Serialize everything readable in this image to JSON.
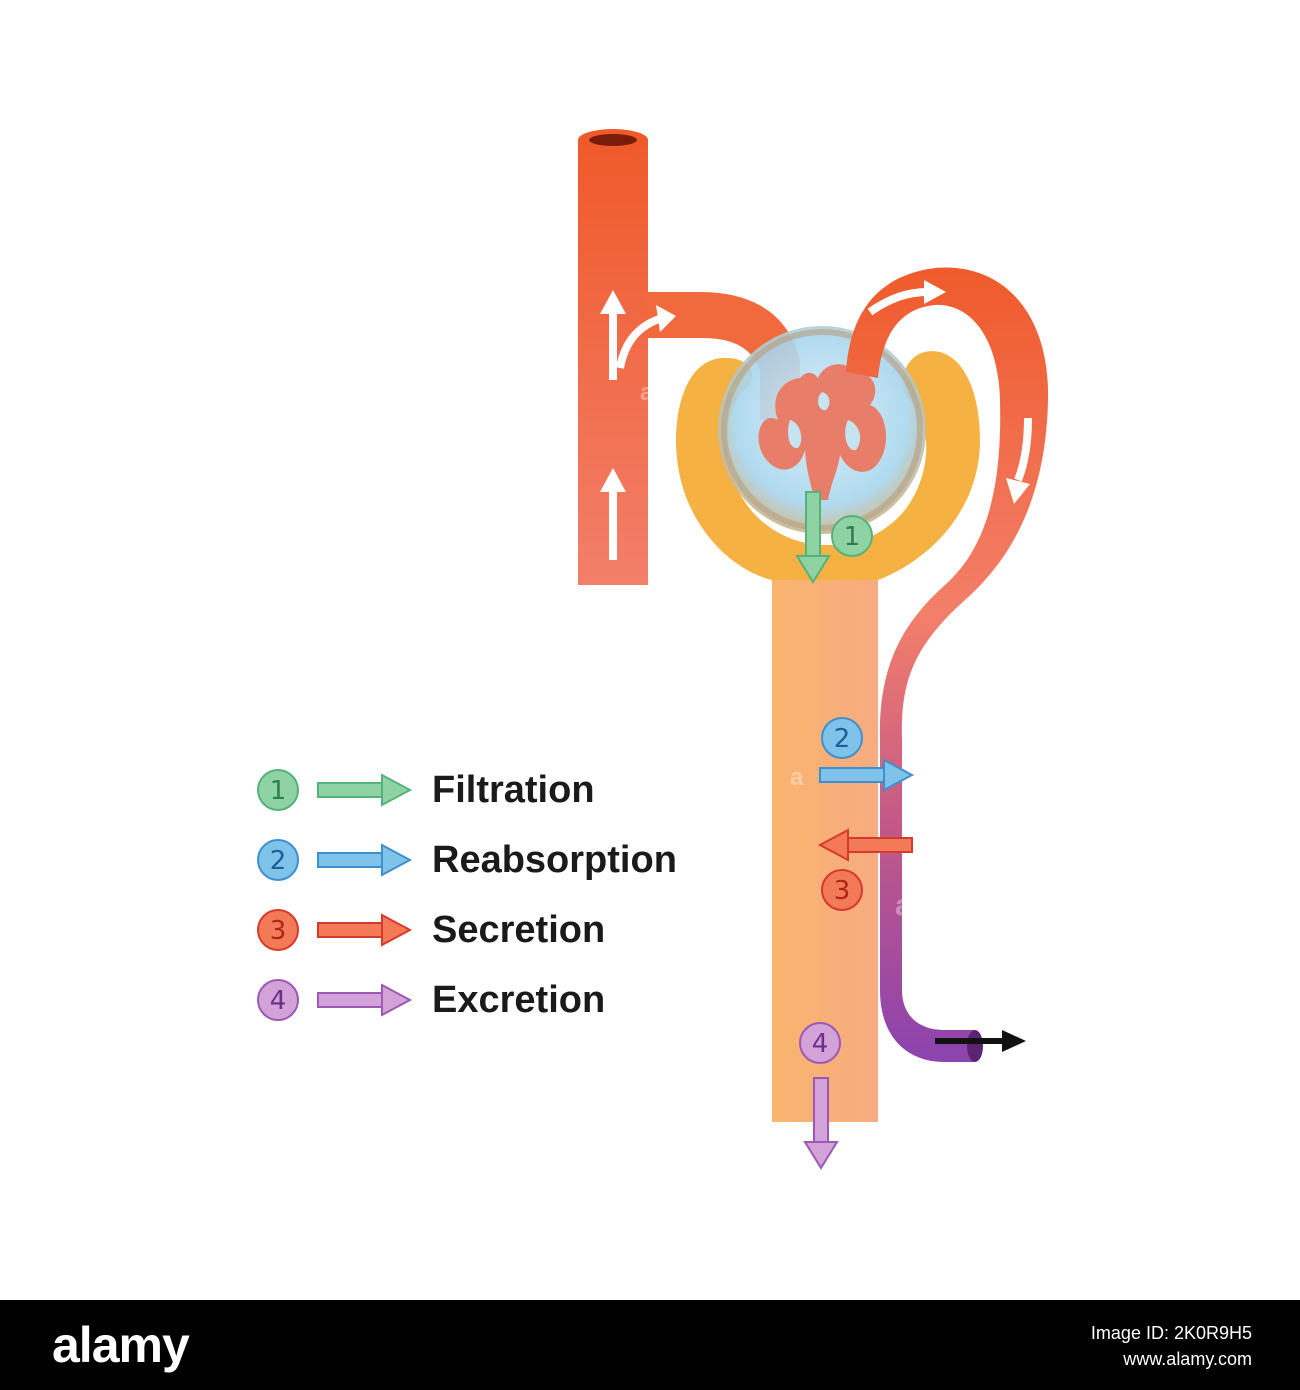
{
  "diagram": {
    "title": "",
    "legend": [
      {
        "number": "1",
        "label": "Filtration",
        "color": "#55b27a",
        "fill": "#8fd2a3"
      },
      {
        "number": "2",
        "label": "Reabsorption",
        "color": "#3f8fce",
        "fill": "#7fc3ea"
      },
      {
        "number": "3",
        "label": "Secretion",
        "color": "#d9382c",
        "fill": "#f27a56"
      },
      {
        "number": "4",
        "label": "Excretion",
        "color": "#9b59b6",
        "fill": "#d2a2d8"
      }
    ],
    "markers": {
      "filtration": "1",
      "reabsorption": "2",
      "secretion": "3",
      "excretion": "4"
    },
    "colors": {
      "artery_top": "#ef5a2a",
      "artery_bottom": "#f37f6a",
      "vein_end": "#8e44ad",
      "tubule": "#f8b87a",
      "capsule": "#f6b143",
      "glomerulus_space": "#bfe2f2"
    },
    "icons": [
      "flow-arrow-icon",
      "outflow-arrow-icon"
    ]
  },
  "footer": {
    "brand": "alamy",
    "image_id_line": "Image ID: 2K0R9H5",
    "url": "www.alamy.com"
  }
}
